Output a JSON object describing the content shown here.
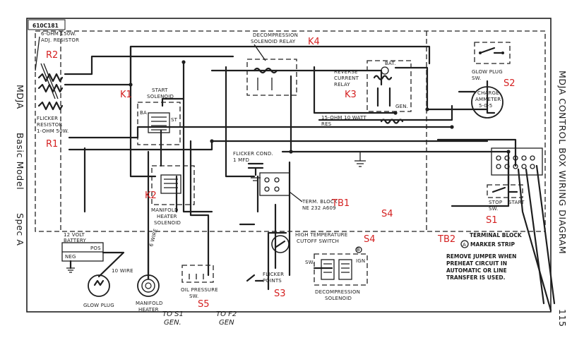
{
  "figure_number": "610C181",
  "labels": {
    "adj_resistor": [
      "6-OHM 150W.",
      "ADJ. RESISTOR"
    ],
    "flicker_resistor": [
      "FLICKER",
      "RESISTOR",
      "1-OHM 50W."
    ],
    "decompression_relay": [
      "DECOMPRESSION",
      "SOLENOID RELAY"
    ],
    "start_solenoid": [
      "START",
      "SOLENOID"
    ],
    "reverse_current_relay": [
      "REVERSE",
      "CURRENT",
      "RELAY"
    ],
    "bat": "BAT.",
    "gen": "GEN.",
    "res_15ohm": [
      "15-OHM 10 WATT",
      "RES"
    ],
    "glow_plug_sw": [
      "GLOW PLUG",
      "SW."
    ],
    "charge_ammeter": [
      "CHARGE",
      "AMMETER",
      "5-0-5"
    ],
    "flicker_cond": [
      "FLICKER COND.",
      "1 MFD"
    ],
    "manifold_heater_solenoid": [
      "MANIFOLD",
      "HEATER",
      "SOLENOID"
    ],
    "battery": [
      "12 VOLT",
      "BATTERY"
    ],
    "neg": "NEG",
    "pos": "POS",
    "wire_10": "10 WIRE",
    "wire_6": "6 WIRE",
    "term_block": [
      "TERM. BLOCK",
      "NE 232 A609"
    ],
    "high_temp_switch": [
      "HIGH TEMPERATURE",
      "CUTOFF SWITCH"
    ],
    "stop_start": [
      "STOP",
      "START",
      "SW."
    ],
    "terminal_block": "TERMINAL BLOCK",
    "marker_strip": "MARKER STRIP",
    "marker_letter": "A",
    "remove_jumper": [
      "REMOVE JUMPER WHEN",
      "PREHEAT CIRCUIT IN",
      "AUTOMATIC OR LINE",
      "TRANSFER IS USED."
    ],
    "oil_pressure_sw": [
      "OIL PRESSURE",
      "SW."
    ],
    "flicker_points": [
      "FLICKER",
      "POINTS"
    ],
    "decompression_solenoid": [
      "DECOMPRESSION",
      "SOLENOID"
    ],
    "glow_plug": "GLOW PLUG",
    "manifold_heater": [
      "MANIFOLD",
      "HEATER"
    ],
    "to_s1_gen": [
      "TO S1",
      "GEN."
    ],
    "to_f2_gen": [
      "TO F2",
      "GEN"
    ],
    "sw": "SW.",
    "terminal_b": "B",
    "terminal_ign": "IGN",
    "terminal_ba": "BA",
    "terminal_st": "ST"
  },
  "annotations": [
    {
      "text": "R2"
    },
    {
      "text": "R1"
    },
    {
      "text": "K1"
    },
    {
      "text": "K4"
    },
    {
      "text": "K3"
    },
    {
      "text": "S2"
    },
    {
      "text": "K2"
    },
    {
      "text": "TB1"
    },
    {
      "text": "S4"
    },
    {
      "text": "S4"
    },
    {
      "text": "S1"
    },
    {
      "text": "TB2"
    },
    {
      "text": "S5"
    },
    {
      "text": "S3"
    }
  ],
  "side_left": [
    "MDJA",
    "Basic Model",
    "Spec A"
  ],
  "side_right": "MDJA CONTROL BOX WIRING DIAGRAM",
  "page_number": "115",
  "annotation_color": "#d42020"
}
